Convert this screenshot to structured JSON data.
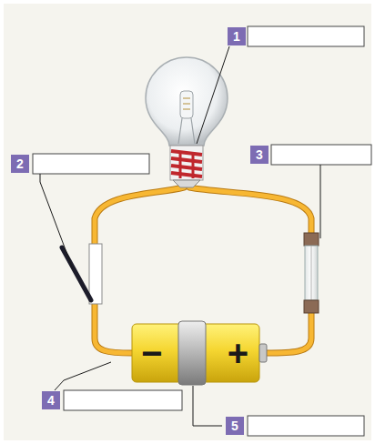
{
  "diagram": {
    "nodes": [
      {
        "text": [
          "1"
        ]
      },
      {
        "text": [
          "2"
        ]
      },
      {
        "text": [
          "3"
        ]
      },
      {
        "text": [
          "−",
          "+"
        ]
      },
      {
        "text": [
          "4"
        ]
      },
      {
        "text": [
          "5"
        ]
      }
    ]
  }
}
